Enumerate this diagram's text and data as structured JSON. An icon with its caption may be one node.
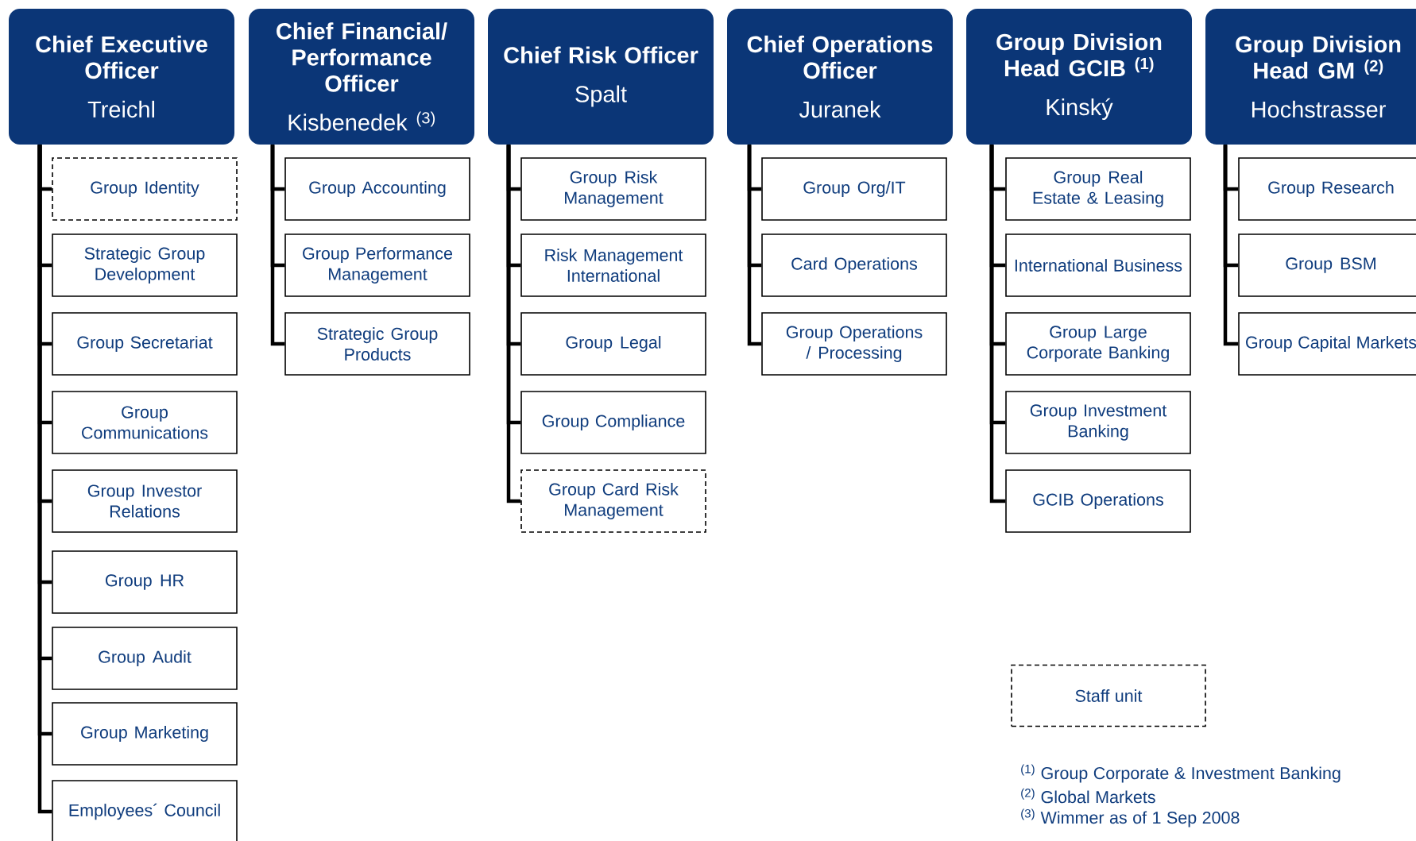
{
  "diagram": {
    "nodes": [
      {
        "text": [
          "Chief Executive Officer",
          "Treichl"
        ]
      },
      {
        "text": [
          "Group Identity"
        ]
      },
      {
        "text": [
          "Strategic Group Development"
        ]
      },
      {
        "text": [
          "Group Secretariat"
        ]
      },
      {
        "text": [
          "Group Communications"
        ]
      },
      {
        "text": [
          "Group Investor Relations"
        ]
      },
      {
        "text": [
          "Group HR"
        ]
      },
      {
        "text": [
          "Group Audit"
        ]
      },
      {
        "text": [
          "Group Marketing"
        ]
      },
      {
        "text": [
          "Employees´ Council"
        ]
      },
      {
        "text": [
          "Chief Financial/ Performance Officer",
          "Kisbenedek $^{(3)}$"
        ]
      },
      {
        "text": [
          "Group Accounting"
        ]
      },
      {
        "text": [
          "Group Performance Management"
        ]
      },
      {
        "text": [
          "Strategic Group Products"
        ]
      },
      {
        "text": [
          "Chief Risk Officer",
          "Spalt"
        ]
      },
      {
        "text": [
          "Group Risk Management"
        ]
      },
      {
        "text": [
          "Risk Management International"
        ]
      },
      {
        "text": [
          "Group Legal"
        ]
      },
      {
        "text": [
          "Group Compliance"
        ]
      },
      {
        "text": [
          "Group Card Risk Management"
        ]
      },
      {
        "text": [
          "Chief Operations Officer",
          "Juranek"
        ]
      },
      {
        "text": [
          "Group Org/IT"
        ]
      },
      {
        "text": [
          "Card Operations"
        ]
      },
      {
        "text": [
          "Group Operations / Processing"
        ]
      },
      {
        "text": [
          "Group Division Head GCIB $^{(1)}$",
          "Kinský"
        ]
      },
      {
        "text": [
          "Group Real Estate & Leasing"
        ]
      },
      {
        "text": [
          "International Business"
        ]
      },
      {
        "text": [
          "Group Large Corporate Banking"
        ]
      },
      {
        "text": [
          "Group Investment Banking"
        ]
      },
      {
        "text": [
          "GCIB Operations"
        ]
      },
      {
        "text": [
          "Group Division Head GM $^{(2)}$",
          "Hochstrasser"
        ]
      },
      {
        "text": [
          "Group Research"
        ]
      },
      {
        "text": [
          "Group BSM"
        ]
      },
      {
        "text": [
          "Group Capital Markets"
        ]
      }
    ],
    "edges": [
      {
        "from": 0,
        "to": 1,
        "arrow": "none"
      },
      {
        "from": 0,
        "to": 2,
        "arrow": "none"
      },
      {
        "from": 0,
        "to": 3,
        "arrow": "none"
      },
      {
        "from": 0,
        "to": 4,
        "arrow": "none"
      },
      {
        "from": 0,
        "to": 5,
        "arrow": "none"
      },
      {
        "from": 0,
        "to": 6,
        "arrow": "none"
      },
      {
        "from": 0,
        "to": 7,
        "arrow": "none"
      },
      {
        "from": 0,
        "to": 8,
        "arrow": "none"
      },
      {
        "from": 0,
        "to": 9,
        "arrow": "none"
      },
      {
        "from": 10,
        "to": 11,
        "arrow": "none"
      },
      {
        "from": 10,
        "to": 12,
        "arrow": "none"
      },
      {
        "from": 10,
        "to": 13,
        "arrow": "none"
      },
      {
        "from": 14,
        "to": 15,
        "arrow": "none"
      },
      {
        "from": 14,
        "to": 16,
        "arrow": "none"
      },
      {
        "from": 14,
        "to": 17,
        "arrow": "none"
      },
      {
        "from": 14,
        "to": 18,
        "arrow": "none"
      },
      {
        "from": 14,
        "to": 19,
        "arrow": "none"
      },
      {
        "from": 20,
        "to": 21,
        "arrow": "none"
      },
      {
        "from": 20,
        "to": 22,
        "arrow": "none"
      },
      {
        "from": 20,
        "to": 23,
        "arrow": "none"
      },
      {
        "from": 24,
        "to": 25,
        "arrow": "none"
      },
      {
        "from": 24,
        "to": 26,
        "arrow": "none"
      },
      {
        "from": 24,
        "to": 27,
        "arrow": "none"
      },
      {
        "from": 24,
        "to": 28,
        "arrow": "none"
      },
      {
        "from": 24,
        "to": 29,
        "arrow": "none"
      },
      {
        "from": 30,
        "to": 31,
        "arrow": "none"
      },
      {
        "from": 30,
        "to": 32,
        "arrow": "none"
      },
      {
        "from": 30,
        "to": 33,
        "arrow": "none"
      }
    ],
    "labels": [
      "$^{(1)}$ Group Corporate & Investment Banking",
      "$^{(2)}$ Global Markets",
      "$^{(3)}$ Wimmer as of 1 Sep 2008"
    ],
    "legend": [
      {
        "text": "Staff unit"
      }
    ]
  }
}
